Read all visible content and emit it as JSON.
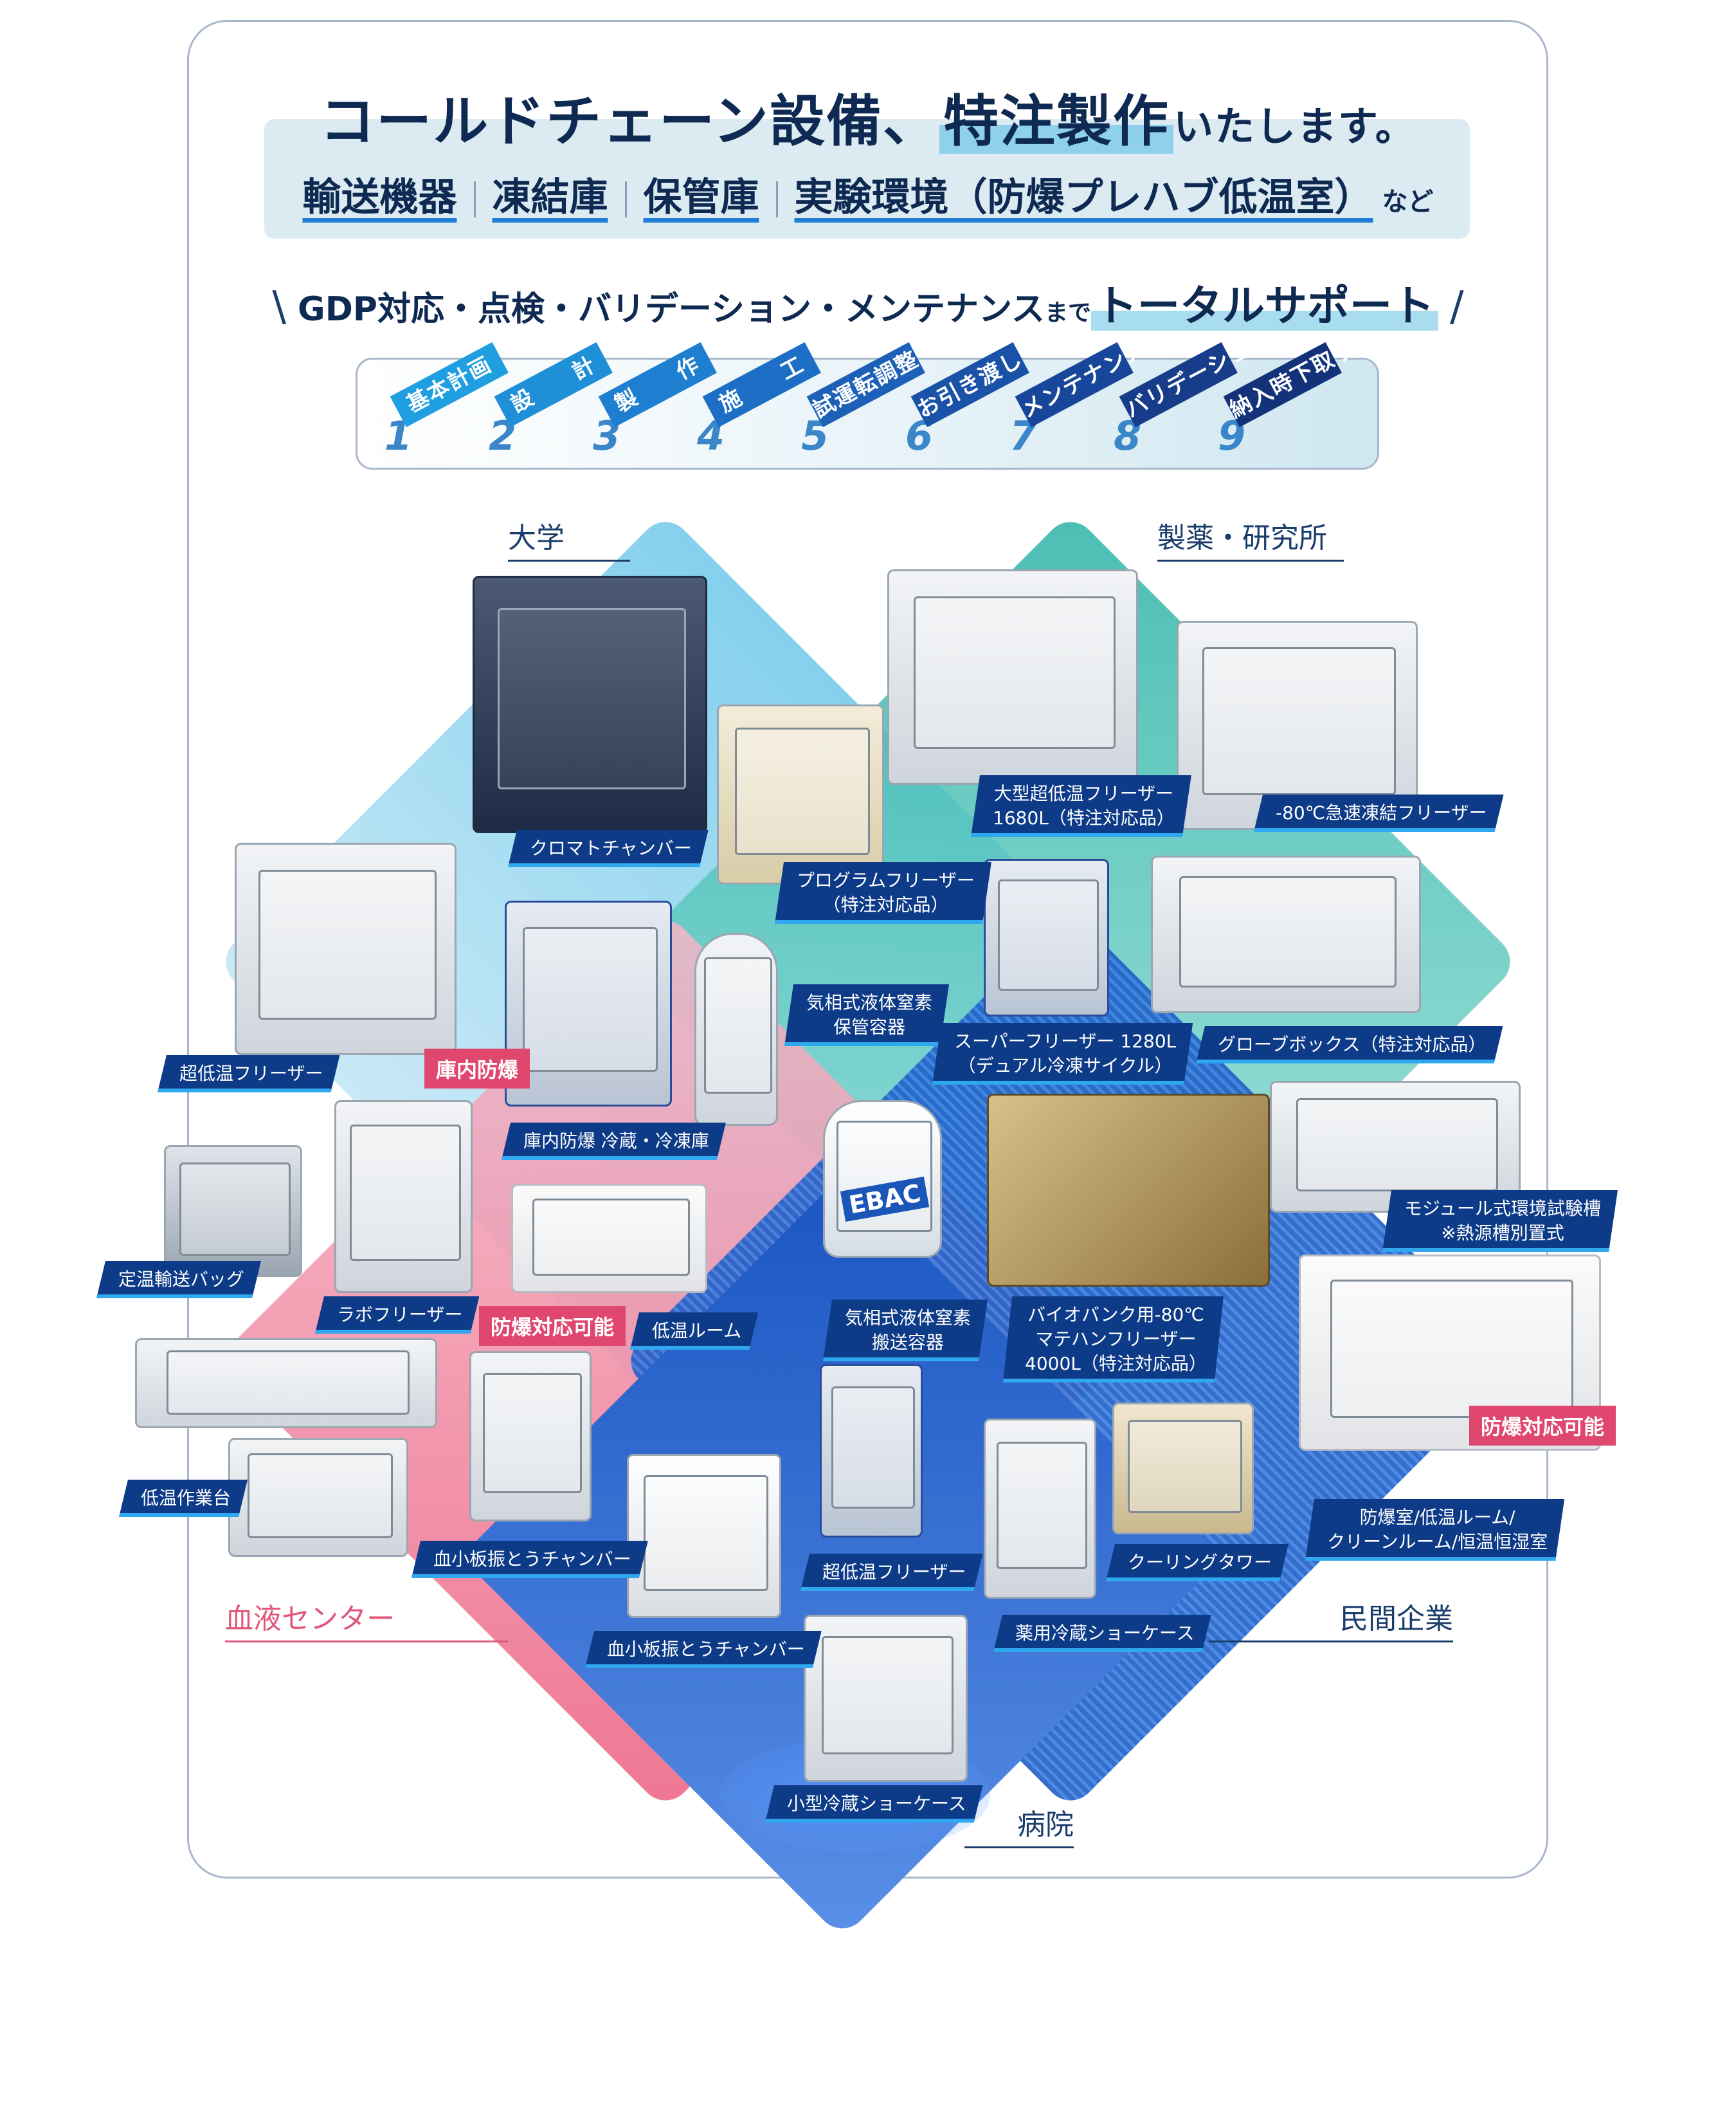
{
  "header": {
    "title_pre": "コールドチェーン設備、",
    "title_highlight": "特注製作",
    "title_post": "いたします。",
    "subcategories": [
      "輸送機器",
      "凍結庫",
      "保管庫",
      "実験環境（防爆プレハブ低温室）"
    ],
    "subcategories_suffix": "など"
  },
  "support": {
    "text": "GDP対応・点検・バリデーション・メンテナンス",
    "made": "まで",
    "highlight": "トータルサポート"
  },
  "steps": [
    {
      "num": "1",
      "label": "基本計画",
      "color": "#1f9fe0"
    },
    {
      "num": "2",
      "label": "設　　計",
      "color": "#1f8fd8"
    },
    {
      "num": "3",
      "label": "製　　作",
      "color": "#1e7fd0"
    },
    {
      "num": "4",
      "label": "施　　工",
      "color": "#1d6fc6"
    },
    {
      "num": "5",
      "label": "試運転調整",
      "color": "#1c60b8"
    },
    {
      "num": "6",
      "label": "お引き渡し",
      "color": "#1a52a8"
    },
    {
      "num": "7",
      "label": "メンテナンス",
      "color": "#18469a"
    },
    {
      "num": "8",
      "label": "バリデーション",
      "color": "#163c8a"
    },
    {
      "num": "9",
      "label": "納入時下取り",
      "color": "#13327a"
    }
  ],
  "categories": {
    "university": "大学",
    "pharma": "製薬・研究所",
    "blood_center": "血液センター",
    "corporate": "民間企業",
    "hospital": "病院"
  },
  "labels": {
    "chromato": "クロマトチャンバー",
    "large_freezer": "大型超低温フリーザー",
    "large_freezer_2": "1680L（特注対応品）",
    "rapid_freezer": "-80℃急速凍結フリーザー",
    "program_freezer": "プログラムフリーザー",
    "program_freezer_2": "（特注対応品）",
    "ult_freezer": "超低温フリーザー",
    "explosion_proof_badge": "庫内防爆",
    "explosion_fridge": "庫内防爆 冷蔵・冷凍庫",
    "ln2_storage": "気相式液体窒素",
    "ln2_storage_2": "保管容器",
    "super_freezer": "スーパーフリーザー 1280L",
    "super_freezer_2": "（デュアル冷凍サイクル）",
    "glovebox": "グローブボックス（特注対応品）",
    "module_chamber": "モジュール式環境試験槽",
    "module_chamber_2": "※熱源槽別置式",
    "transport_bag": "定温輸送バッグ",
    "lab_freezer": "ラボフリーザー",
    "cold_room": "低温ルーム",
    "ln2_transport": "気相式液体窒素",
    "ln2_transport_2": "搬送容器",
    "biobank": "バイオバンク用-80℃",
    "biobank_2": "マテハンフリーザー",
    "biobank_3": "4000L（特注対応品）",
    "explosion_badge_1": "防爆対応可能",
    "explosion_badge_2": "防爆対応可能",
    "cold_workbench": "低温作業台",
    "platelet_chamber_1": "血小板振とうチャンバー",
    "platelet_chamber_2": "血小板振とうチャンバー",
    "ult_freezer_2": "超低温フリーザー",
    "cooling_tower": "クーリングタワー",
    "explosion_room": "防爆室/低温ルーム/",
    "explosion_room_2": "クリーンルーム/恒温恒湿室",
    "pharma_showcase": "薬用冷蔵ショーケース",
    "small_showcase": "小型冷蔵ショーケース"
  },
  "brand_marks": {
    "ebac": "EBAC"
  }
}
